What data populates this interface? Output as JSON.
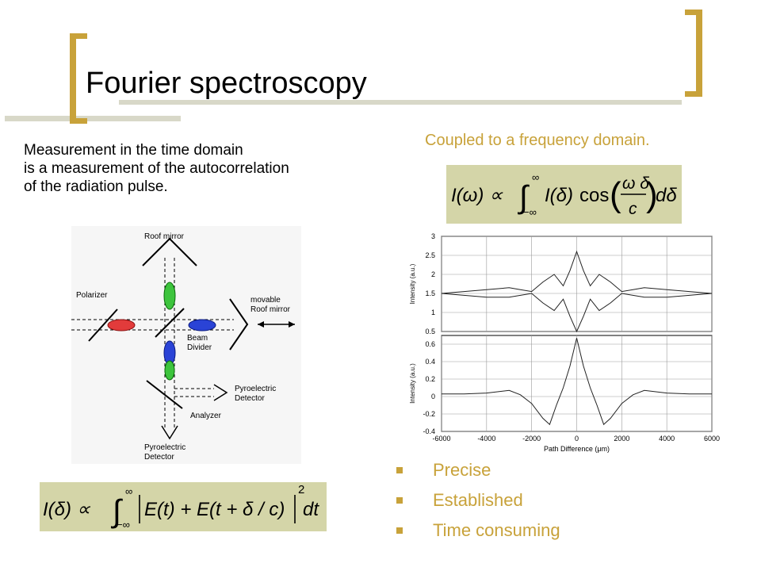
{
  "title": "Fourier spectroscopy",
  "left_text": [
    "Measurement in the time domain",
    "is a measurement of the autocorrelation",
    "of the radiation pulse."
  ],
  "right_heading": "Coupled to a frequency domain.",
  "equations": {
    "top": "I(ω) ∝ ∫_{-∞}^{∞} I(δ) cos(ωδ/c) dδ",
    "bottom": "I(δ) ∝ ∫_{-∞}^{∞} |E(t) + E(t + δ/c)|² dt"
  },
  "diagram_labels": {
    "roof_mirror": "Roof mirror",
    "polarizer": "Polarizer",
    "movable": "movable",
    "roof_mirror2": "Roof mirror",
    "beam": "Beam",
    "divider": "Divider",
    "pyro1": "Pyroelectric",
    "detector1": "Detector",
    "analyzer": "Analyzer",
    "pyro2": "Pyroelectric",
    "detector2": "Detector"
  },
  "bullets": [
    "Precise",
    "Established",
    "Time consuming"
  ],
  "colors": {
    "accent": "#c8a23a",
    "equation_bg": "#d4d5a8",
    "bar_gray": "#d8d8c8"
  },
  "chart_data": {
    "type": "line",
    "xlabel": "Path Difference (μm)",
    "x_ticks": [
      -6000,
      -4000,
      -2000,
      0,
      2000,
      4000,
      6000
    ],
    "xlim": [
      -6000,
      6000
    ],
    "panels": [
      {
        "ylabel": "Intensity (a.u.)",
        "ylim": [
          0.5,
          3
        ],
        "y_ticks": [
          0.5,
          1,
          1.5,
          2,
          2.5,
          3
        ],
        "grid": true,
        "series": [
          {
            "x": [
              -6000,
              -5000,
              -4000,
              -3000,
              -2500,
              -2000,
              -1500,
              -1000,
              -600,
              -300,
              0,
              300,
              600,
              1000,
              1500,
              2000,
              2500,
              3000,
              4000,
              5000,
              6000
            ],
            "y": [
              1.5,
              1.55,
              1.6,
              1.65,
              1.6,
              1.55,
              1.8,
              2.0,
              1.7,
              2.1,
              2.6,
              2.1,
              1.7,
              2.0,
              1.8,
              1.55,
              1.6,
              1.65,
              1.6,
              1.55,
              1.5
            ]
          },
          {
            "x": [
              -6000,
              -5000,
              -4000,
              -3000,
              -2500,
              -2000,
              -1500,
              -1000,
              -600,
              -300,
              0,
              300,
              600,
              1000,
              1500,
              2000,
              2500,
              3000,
              4000,
              5000,
              6000
            ],
            "y": [
              1.5,
              1.45,
              1.4,
              1.4,
              1.45,
              1.5,
              1.25,
              1.05,
              1.35,
              0.9,
              0.5,
              0.9,
              1.35,
              1.05,
              1.25,
              1.5,
              1.45,
              1.4,
              1.4,
              1.45,
              1.5
            ]
          }
        ]
      },
      {
        "ylabel": "Intensity (a.u.)",
        "ylim": [
          -0.4,
          0.7
        ],
        "y_ticks": [
          -0.4,
          -0.2,
          0,
          0.2,
          0.4,
          0.6
        ],
        "grid": true,
        "series": [
          {
            "x": [
              -6000,
              -5000,
              -4000,
              -3000,
              -2500,
              -2000,
              -1500,
              -1200,
              -900,
              -600,
              -300,
              0,
              300,
              600,
              900,
              1200,
              1500,
              2000,
              2500,
              3000,
              4000,
              5000,
              6000
            ],
            "y": [
              0.03,
              0.03,
              0.04,
              0.07,
              0.02,
              -0.08,
              -0.25,
              -0.32,
              -0.1,
              0.1,
              0.35,
              0.67,
              0.35,
              0.1,
              -0.1,
              -0.32,
              -0.25,
              -0.08,
              0.02,
              0.07,
              0.04,
              0.03,
              0.03
            ]
          }
        ]
      }
    ]
  }
}
